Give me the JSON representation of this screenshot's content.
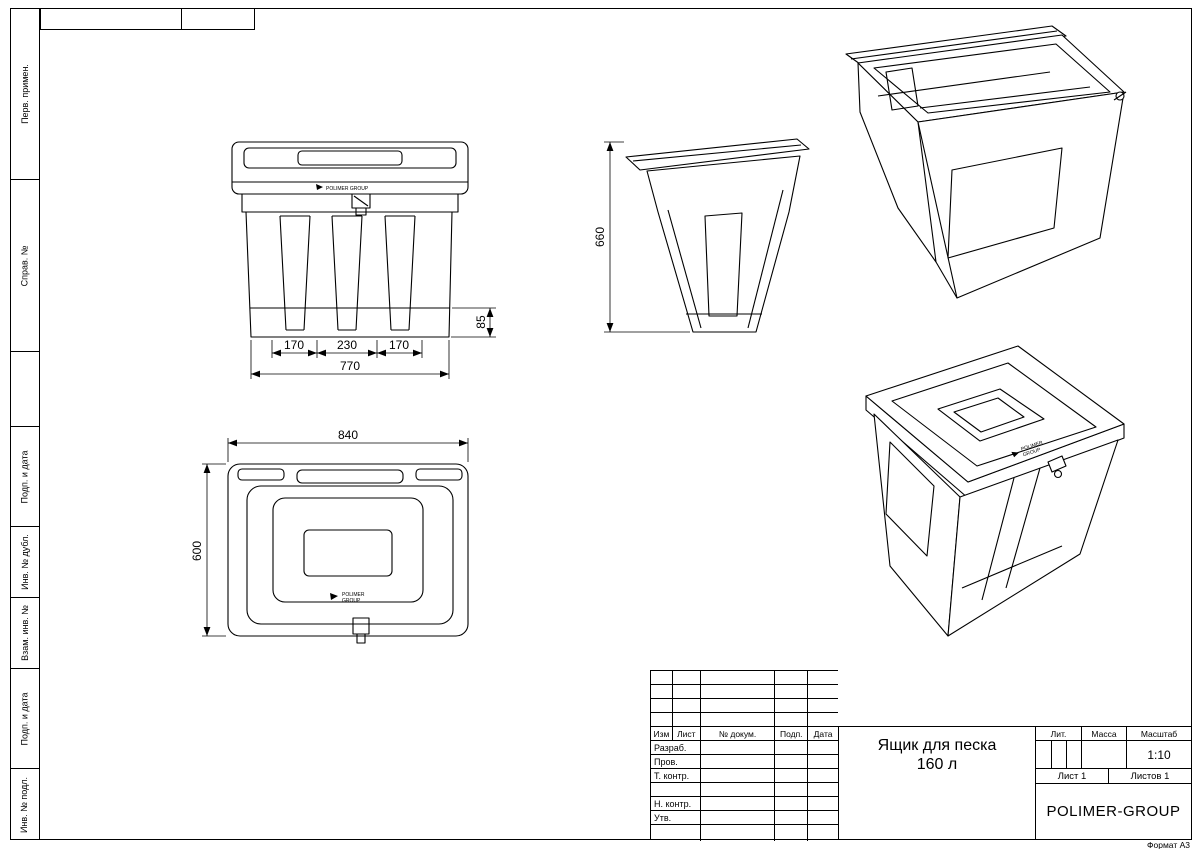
{
  "sheet": {
    "format_label": "Формат А3"
  },
  "left_strip": {
    "labels": [
      "Перв. примен.",
      "Справ. №",
      "Подп. и дата",
      "Инв. № дубл.",
      "Взам. инв. №",
      "Подп. и дата",
      "Инв. № подл."
    ]
  },
  "title_block": {
    "columns": {
      "izm": "Изм",
      "list": "Лист",
      "doc": "№ докум.",
      "podp": "Подп.",
      "data": "Дата"
    },
    "roles": {
      "razrab": "Разраб.",
      "prov": "Пров.",
      "tkontr": "Т. контр.",
      "nkontr": "Н. контр.",
      "utv": "Утв."
    },
    "title_line1": "Ящик для песка",
    "title_line2": "160 л",
    "lit_label": "Лит.",
    "mass_label": "Масса",
    "scale_label": "Масштаб",
    "scale_value": "1:10",
    "sheet_info": "Лист 1",
    "sheets_info": "Листов 1",
    "company": "POLIMER-GROUP"
  },
  "dimensions": {
    "front_seg1": "170",
    "front_seg2": "230",
    "front_seg3": "170",
    "front_total": "770",
    "front_foot": "85",
    "side_height": "660",
    "top_width": "840",
    "top_depth": "600"
  },
  "logo": {
    "line1": "POLIMER",
    "line2": "GROUP",
    "full": "POLIMER GROUP"
  }
}
